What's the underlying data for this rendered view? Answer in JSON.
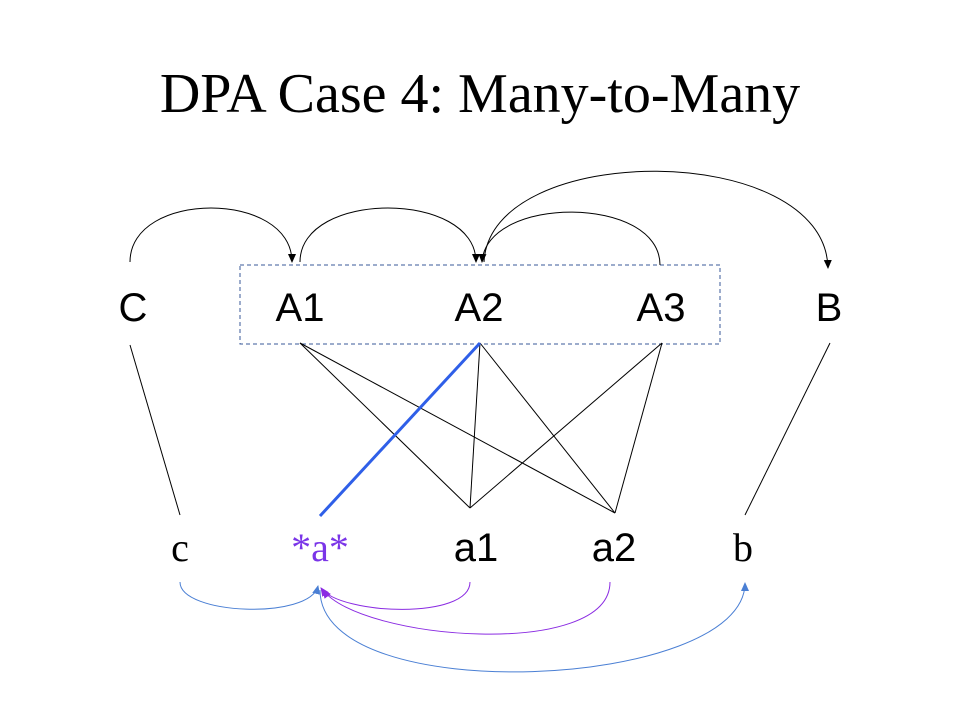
{
  "title": "DPA Case 4:  Many-to-Many",
  "top_nodes": {
    "C": "C",
    "A1": "A1",
    "A2": "A2",
    "A3": "A3",
    "B": "B"
  },
  "bottom_nodes": {
    "c": "c",
    "star_a": "*a*",
    "a1": "a1",
    "a2": "a2",
    "b": "b"
  },
  "colors": {
    "black": "#000000",
    "highlight_blue": "#2f5fe8",
    "star_purple": "#7a35e8",
    "purple_arc": "#8a2be2",
    "blue_arc": "#4a7fd4",
    "group_box": "#3a5a9a"
  },
  "edges": [
    {
      "from": "C",
      "to": "c"
    },
    {
      "from": "A1",
      "to": "a1"
    },
    {
      "from": "A1",
      "to": "a2"
    },
    {
      "from": "A2",
      "to": "*a*",
      "highlight": true
    },
    {
      "from": "A2",
      "to": "a1"
    },
    {
      "from": "A2",
      "to": "a2"
    },
    {
      "from": "A3",
      "to": "a1"
    },
    {
      "from": "A3",
      "to": "a2"
    },
    {
      "from": "B",
      "to": "b"
    }
  ],
  "top_arcs": [
    {
      "from": "C",
      "to": "A1"
    },
    {
      "from": "A1",
      "to": "A2"
    },
    {
      "from": "A3",
      "to": "A2"
    },
    {
      "from": "A2",
      "to": "B"
    }
  ],
  "bottom_arcs": [
    {
      "from": "c",
      "to": "*a*"
    },
    {
      "from": "a1",
      "to": "*a*"
    },
    {
      "from": "a2",
      "to": "*a*"
    },
    {
      "from": "*a*",
      "to": "b"
    }
  ]
}
